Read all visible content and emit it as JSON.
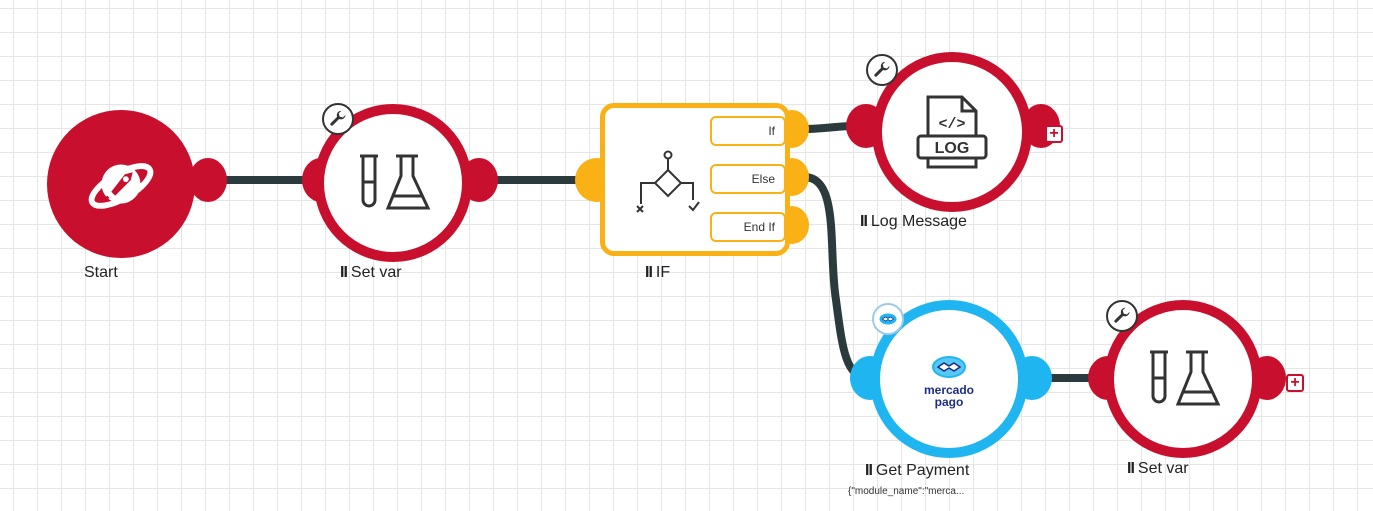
{
  "canvas": {
    "grid_color": "#e6e6e6",
    "wire_color": "#2b3a3d"
  },
  "colors": {
    "accent_red": "#c8102e",
    "if_orange": "#f9b115",
    "mercado_blue": "#1fb5f0",
    "mercado_navy": "#1b2d83"
  },
  "nodes": {
    "start": {
      "label": "Start",
      "icon": "rocket-planet-icon"
    },
    "set_var_1": {
      "pause": "II",
      "label": "Set var",
      "icon": "flask-tube-icon",
      "badge_icon": "wrench-icon"
    },
    "if": {
      "pause": "II",
      "label": "IF",
      "icon": "decision-diamond-icon",
      "branches": {
        "if": "If",
        "else": "Else",
        "end_if": "End If"
      }
    },
    "log_message": {
      "pause": "II",
      "label": "Log Message",
      "icon": "log-file-icon",
      "icon_text": "LOG",
      "code_text": "</>",
      "badge_icon": "wrench-icon",
      "plus": "+"
    },
    "get_payment": {
      "pause": "II",
      "label": "Get Payment",
      "sublabel": "{\"module_name\":\"merca...",
      "logo_line1": "mercado",
      "logo_line2": "pago",
      "icon": "mercado-pago-logo"
    },
    "set_var_2": {
      "pause": "II",
      "label": "Set var",
      "icon": "flask-tube-icon",
      "badge_icon": "wrench-icon",
      "plus": "+"
    }
  }
}
